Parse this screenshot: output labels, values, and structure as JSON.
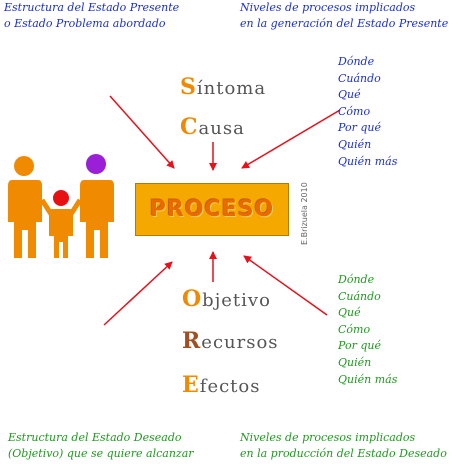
{
  "corners": {
    "top_left": [
      "Estructura del Estado Presente",
      "o Estado Problema abordado"
    ],
    "top_right": [
      "Niveles de procesos implicados",
      "en la generación del Estado Presente"
    ],
    "bottom_left": [
      "Estructura del Estado Deseado",
      "(Objetivo) que se quiere alcanzar"
    ],
    "bottom_right": [
      "Niveles de procesos implicados",
      "en la producción del Estado Deseado"
    ]
  },
  "questions_top": [
    "Dónde",
    "Cuándo",
    "Qué",
    "Cómo",
    "Por qué",
    "Quién",
    "Quién más"
  ],
  "questions_bottom": [
    "Dónde",
    "Cuándo",
    "Qué",
    "Cómo",
    "Por qué",
    "Quién",
    "Quién más"
  ],
  "top_terms": [
    {
      "initial": "S",
      "rest": "íntoma"
    },
    {
      "initial": "C",
      "rest": "ausa"
    }
  ],
  "bottom_terms": [
    {
      "initial": "O",
      "rest": "bjetivo"
    },
    {
      "initial": "R",
      "rest": "ecursos"
    },
    {
      "initial": "E",
      "rest": "fectos"
    }
  ],
  "center": {
    "label": "PROCESO"
  },
  "signature": "E.Brizuela 2010",
  "colors": {
    "blue_text": "#1a2fd6",
    "green_text": "#1e9a1e",
    "arrow": "#e8101a",
    "box_fill": "#f5a800",
    "box_text": "#e86a00",
    "family_orange": "#f08a00",
    "head_red": "#e81010",
    "head_purple": "#9a1fd6",
    "term_initial_orange": "#f08a00",
    "term_initial_brown": "#a05020"
  }
}
